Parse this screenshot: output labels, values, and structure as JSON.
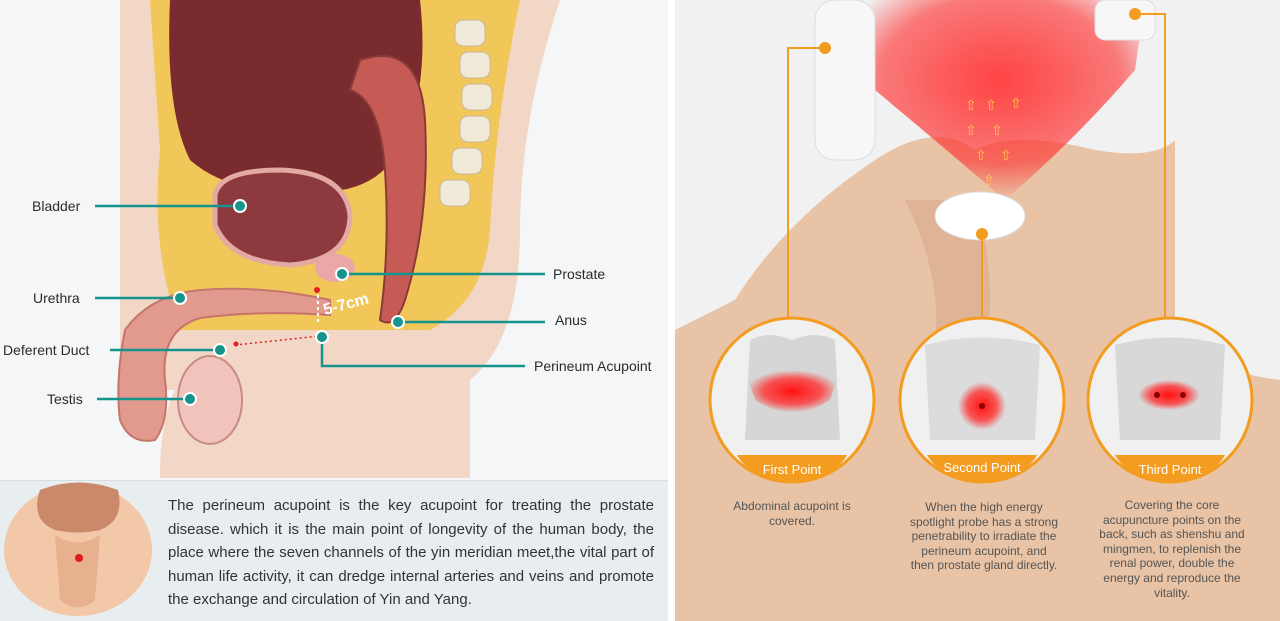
{
  "left_panel": {
    "labels": {
      "bladder": "Bladder",
      "urethra": "Urethra",
      "deferent_duct": "Deferent Duct",
      "testis": "Testis",
      "prostate": "Prostate",
      "anus": "Anus",
      "perineum": "Perineum Acupoint",
      "distance": "5-7cm"
    },
    "description": "The perineum acupoint is the key acupoint for treating the prostate disease. which it is the main point of longevity of the human body, the place where the seven channels of the yin meridian meet,the vital part of human life activity, it can dredge internal arteries and veins and promote the exchange and circulation of Yin and Yang.",
    "colors": {
      "leader_line": "#14948c",
      "tissue": "#d88a7a",
      "fat": "#f1c75a"
    }
  },
  "right_panel": {
    "points": [
      {
        "title": "First Point",
        "description": "Abdominal acupoint is covered."
      },
      {
        "title": "Second Point",
        "description": "When the high energy spotlight probe has a strong penetrability to irradiate the perineum acupoint, and then prostate gland directly."
      },
      {
        "title": "Third Point",
        "description": "Covering the core acupuncture points on the back, such as shenshu and mingmen, to replenish the renal power, double the energy and reproduce the vitality."
      }
    ],
    "colors": {
      "accent": "#f39c1f",
      "glow": "#ff2a2a"
    }
  }
}
